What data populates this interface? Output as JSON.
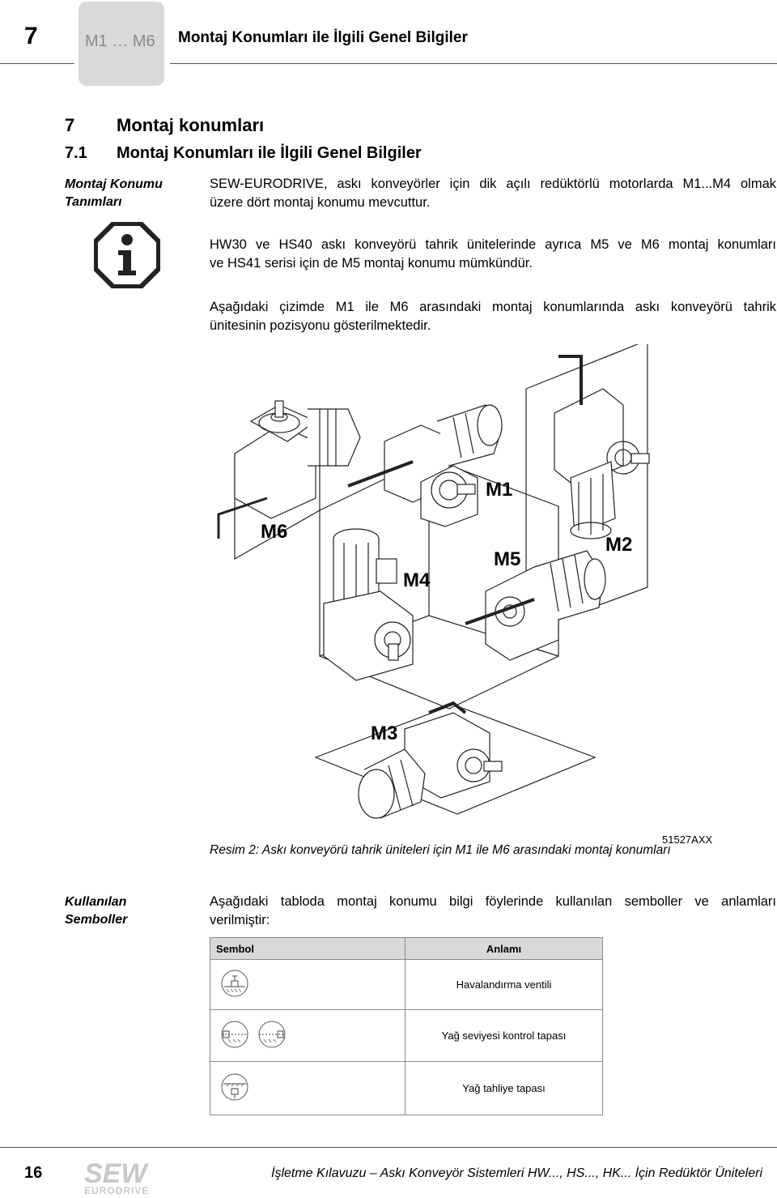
{
  "header": {
    "chapter_number": "7",
    "chapter_tab": "M1 … M6",
    "chapter_title": "Montaj Konumları ile İlgili Genel Bilgiler"
  },
  "headings": {
    "h1_num": "7",
    "h1_text": "Montaj konumları",
    "h2_num": "7.1",
    "h2_text": "Montaj Konumları ile İlgili Genel Bilgiler"
  },
  "section1": {
    "side_line1": "Montaj Konumu",
    "side_line2": "Tanımları",
    "para1_line1": "SEW-EURODRIVE, askı konveyörler için dik açılı redüktörlü motorlarda M1...M4 olmak",
    "para1_line2": "üzere dört montaj konumu mevcuttur.",
    "para2_line1": "HW30 ve HS40 askı konveyörü tahrik ünitelerinde ayrıca M5 ve M6 montaj konumları",
    "para2_line2": "ve HS41 serisi için de M5 montaj konumu mümkündür.",
    "para3_line1": "Aşağıdaki çizimde M1 ile M6 arasındaki montaj konumlarında askı konveyörü tahrik",
    "para3_line2": "ünitesinin pozisyonu gösterilmektedir.",
    "info_icon": "info-icon"
  },
  "figure": {
    "labels": {
      "m1": "M1",
      "m2": "M2",
      "m3": "M3",
      "m4": "M4",
      "m5": "M5",
      "m6": "M6"
    },
    "code": "51527AXX",
    "caption": "Resim 2: Askı konveyörü tahrik üniteleri için M1 ile M6 arasındaki montaj konumları"
  },
  "section2": {
    "side_line1": "Kullanılan",
    "side_line2": "Semboller",
    "para_line1": "Aşağıdaki tabloda montaj konumu bilgi föylerinde kullanılan semboller ve anlamları",
    "para_line2": "verilmiştir:"
  },
  "symbol_table": {
    "col_symbol": "Sembol",
    "col_meaning": "Anlamı",
    "rows": [
      {
        "icon": "breather-valve-icon",
        "meaning": "Havalandırma ventili"
      },
      {
        "icon": "oil-level-plug-icon",
        "meaning": "Yağ seviyesi kontrol tapası"
      },
      {
        "icon": "oil-drain-plug-icon",
        "meaning": "Yağ tahliye tapası"
      }
    ]
  },
  "footer": {
    "page_number": "16",
    "logo_top": "SEW",
    "logo_bottom": "EURODRIVE",
    "title": "İşletme Kılavuzu – Askı Konveyör Sistemleri HW..., HS..., HK... İçin Redüktör Üniteleri"
  }
}
